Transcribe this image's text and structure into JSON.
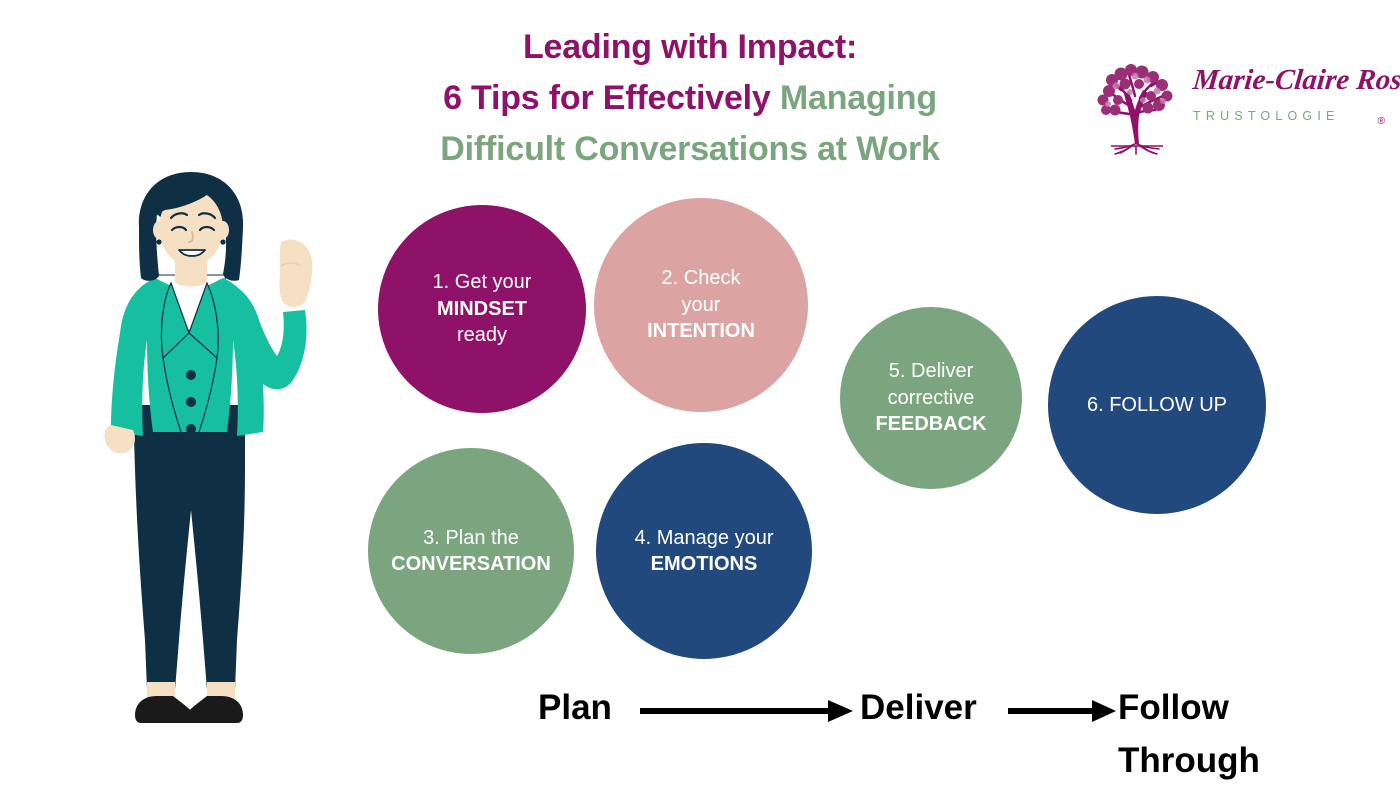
{
  "title": {
    "line1_purple": "Leading with Impact:",
    "line2_purple": "6 Tips for Effectively ",
    "line2_green": "Managing",
    "line3_green": "Difficult Conversations at Work",
    "color_purple": "#8E1267",
    "color_green": "#7BA57E"
  },
  "logo": {
    "name": "Marie-Claire Ross",
    "tagline": "TRUSTOLOGIE",
    "registered_mark": "®",
    "icon": "tree-icon",
    "name_color": "#8E1267",
    "tagline_color": "#7BA57E"
  },
  "illustration": {
    "name": "woman-with-raised-fist",
    "hair_color": "#0F3044",
    "skin_color": "#F5E0C3",
    "blazer_color": "#16BFA0",
    "shirt_color": "#FFFFFF",
    "pants_color": "#0F3044",
    "shoe_color": "#1A1A1A"
  },
  "steps": [
    {
      "number": "1.",
      "line1": "Get your",
      "bold": "MINDSET",
      "line3": "ready",
      "color": "#8E1267",
      "label": "step-1-mindset"
    },
    {
      "number": "2.",
      "line1": "Check",
      "line2": "your",
      "bold": "INTENTION",
      "color": "#DCA3A3",
      "label": "step-2-intention"
    },
    {
      "number": "3.",
      "line1": "Plan the",
      "bold": "CONVERSATION",
      "color": "#7BA57E",
      "label": "step-3-conversation"
    },
    {
      "number": "4.",
      "line1": "Manage your",
      "bold": "EMOTIONS",
      "color": "#22497E",
      "label": "step-4-emotions"
    },
    {
      "number": "5.",
      "line1": "Deliver",
      "line2": "corrective",
      "bold": "FEEDBACK",
      "color": "#7BA57E",
      "label": "step-5-feedback"
    },
    {
      "number": "6.",
      "bold_plain": "FOLLOW UP",
      "color": "#22497E",
      "label": "step-6-follow-up"
    }
  ],
  "flow": {
    "stage1": "Plan",
    "stage2": "Deliver",
    "stage3_line1": "Follow",
    "stage3_line2": "Through",
    "arrow_color": "#000000"
  }
}
